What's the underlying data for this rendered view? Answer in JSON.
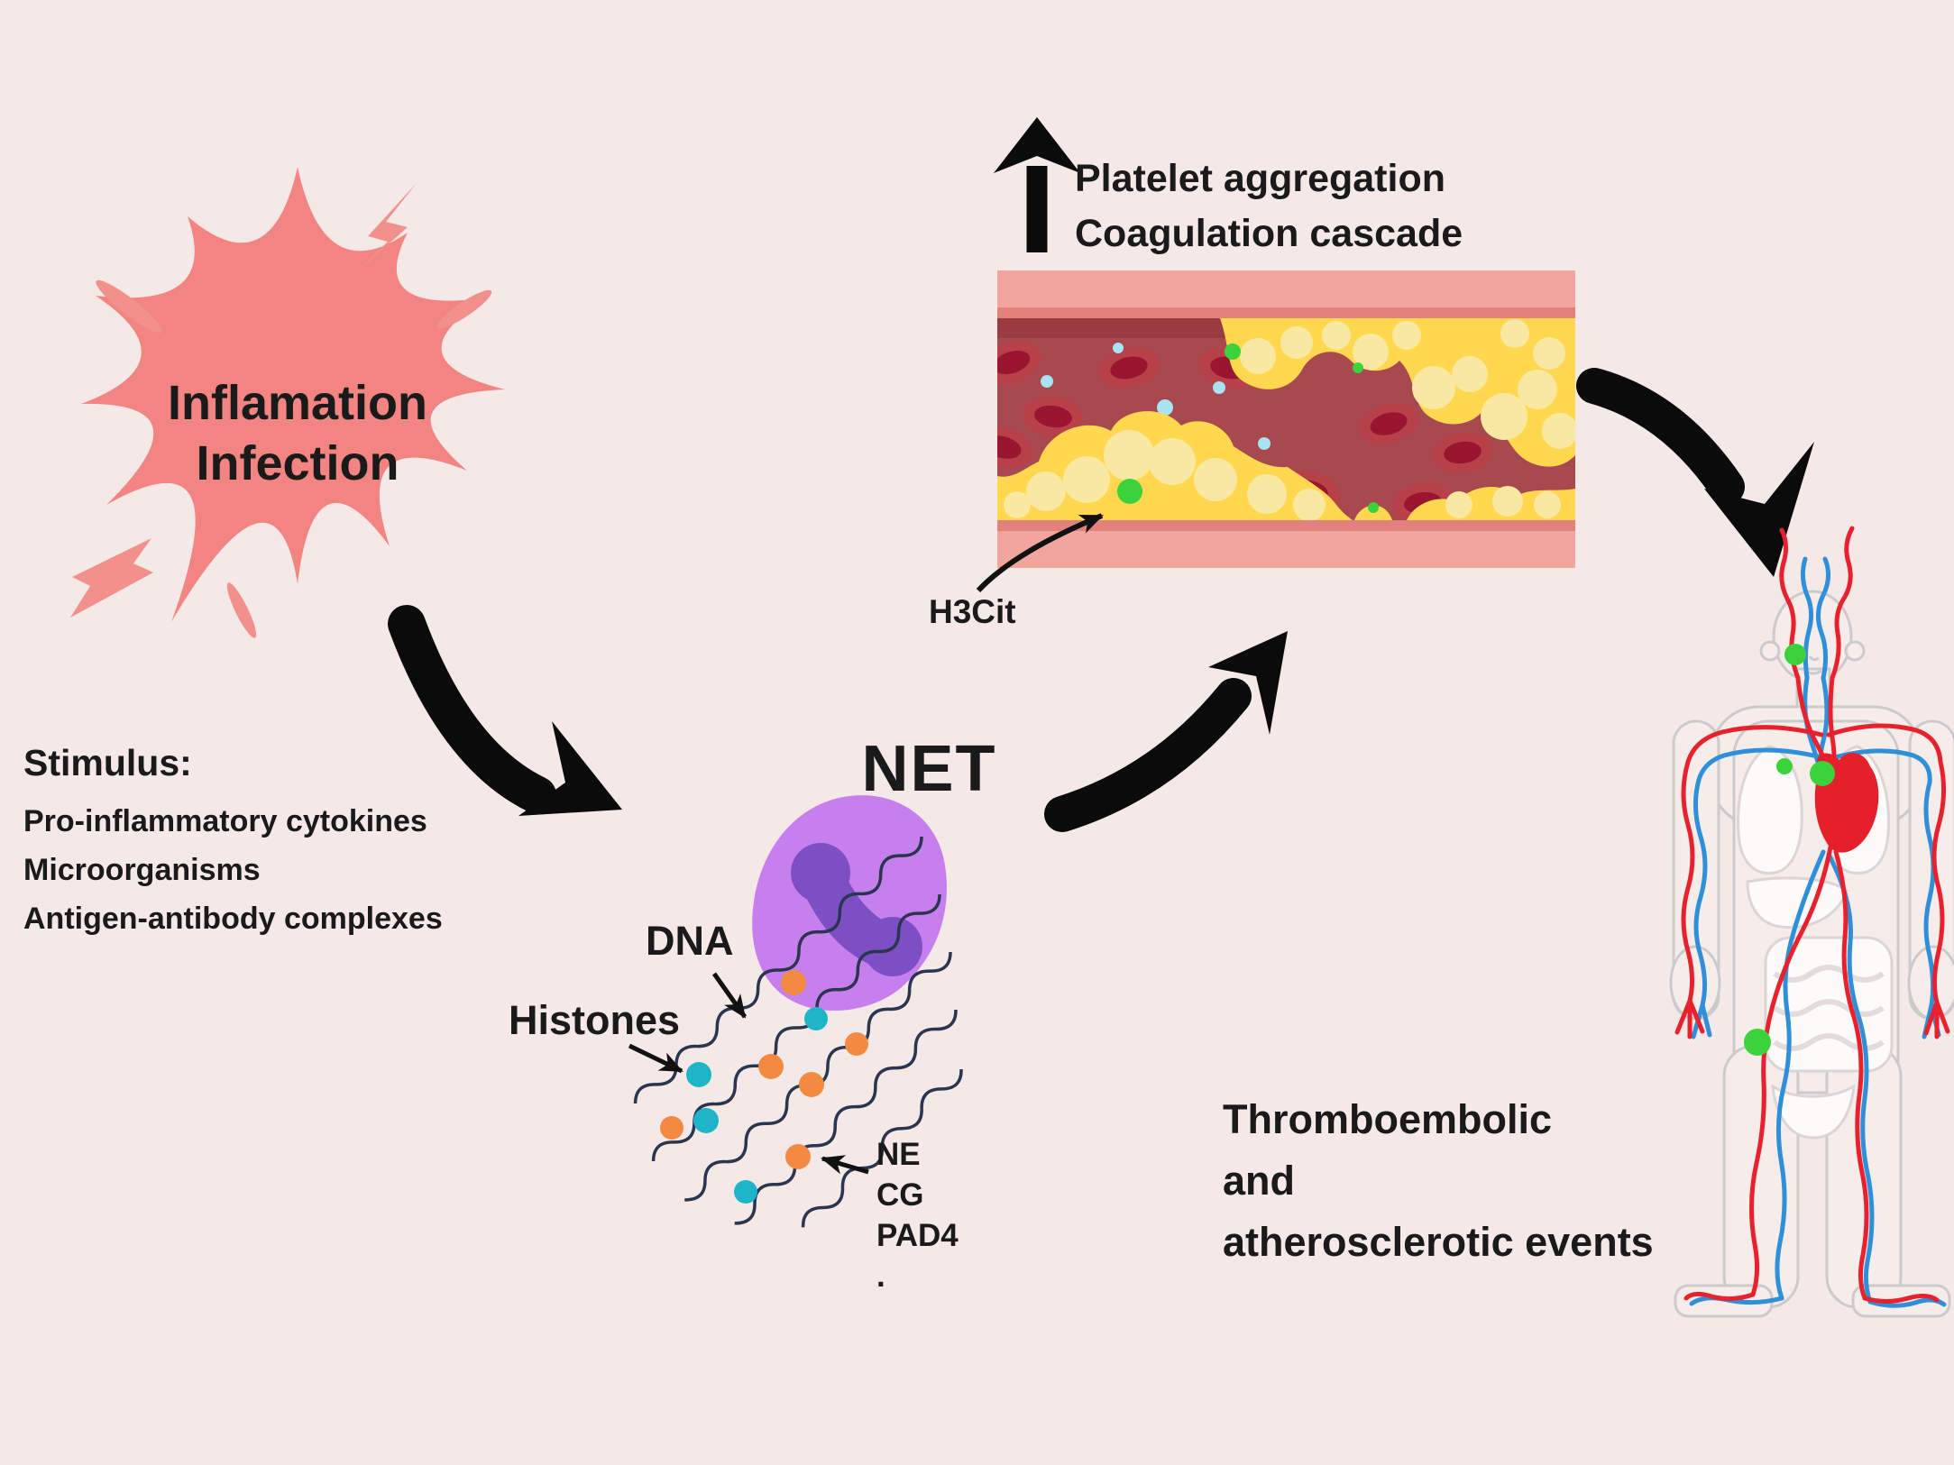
{
  "burst": {
    "line1": "Inflamation",
    "line2": "Infection"
  },
  "stimulus": {
    "heading": "Stimulus:",
    "items": [
      "Pro-inflammatory cytokines",
      "Microorganisms",
      "Antigen-antibody complexes"
    ]
  },
  "vessel_note": {
    "line1": "Platelet aggregation",
    "line2": "Coagulation cascade",
    "marker": "H3Cit"
  },
  "net": {
    "title": "NET",
    "dna_label": "DNA",
    "histones_label": "Histones",
    "enzyme1": "NE",
    "enzyme2": "CG",
    "enzyme3": "PAD4",
    "enzyme_dot": "."
  },
  "outcome": {
    "line1": "Thromboembolic",
    "line2": "and",
    "line3": "atherosclerotic events"
  },
  "palette": {
    "background": "#F5E9E8",
    "burst_fill": "#F28481",
    "text": "#1A1A1A",
    "arrow_black": "#0B0B0B",
    "net_cell": "#C77FEE",
    "net_nucleus": "#7C4FC4",
    "dna_strand": "#2A3550",
    "histone_teal": "#1FB5C9",
    "enzyme_orange": "#F28B41",
    "vessel_wall": "#F2A49E",
    "vessel_wall_line": "#E3827C",
    "vessel_lumen": "#A8494F",
    "vessel_lumen_dark": "#983B43",
    "rbc": "#B84049",
    "rbc_core": "#9A1630",
    "plaque": "#FFD84F",
    "plaque_light": "#F9E8A2",
    "marker_green": "#3BD23B",
    "platelet_blue": "#A9E2F2",
    "body_outline": "#CBCBCB",
    "body_fill": "#F6ECEA",
    "artery_red": "#E7212E",
    "vein_blue": "#2F8FD8",
    "heart_red": "#E5202B"
  }
}
